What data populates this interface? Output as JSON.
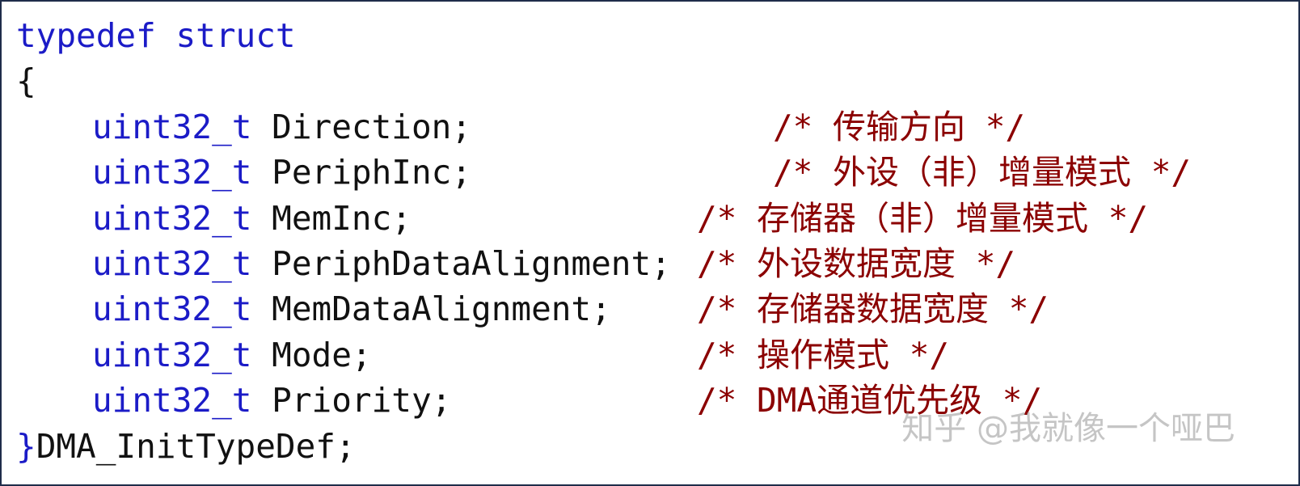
{
  "code": {
    "open_keyword": "typedef struct",
    "open_brace": "{",
    "fields": [
      {
        "type": "uint32_t",
        "decl": "Direction;",
        "comment": "/* 传输方向 */"
      },
      {
        "type": "uint32_t",
        "decl": "PeriphInc;",
        "comment": "/* 外设（非）增量模式 */"
      },
      {
        "type": "uint32_t",
        "decl": "MemInc;",
        "comment": "/* 存储器（非）增量模式 */"
      },
      {
        "type": "uint32_t",
        "decl": "PeriphDataAlignment;",
        "comment": "/* 外设数据宽度 */"
      },
      {
        "type": "uint32_t",
        "decl": "MemDataAlignment;",
        "comment": "/* 存储器数据宽度 */"
      },
      {
        "type": "uint32_t",
        "decl": "Mode;",
        "comment": "/* 操作模式 */"
      },
      {
        "type": "uint32_t",
        "decl": "Priority;",
        "comment": "/* DMA通道优先级 */"
      }
    ],
    "close_brace": "}",
    "close_name": "DMA_InitTypeDef;"
  },
  "watermark": "知乎 @我就像一个哑巴",
  "colors": {
    "keyword": "#1b1bc7",
    "comment": "#8b0000",
    "text": "#111111",
    "border": "#1f2d4a"
  }
}
